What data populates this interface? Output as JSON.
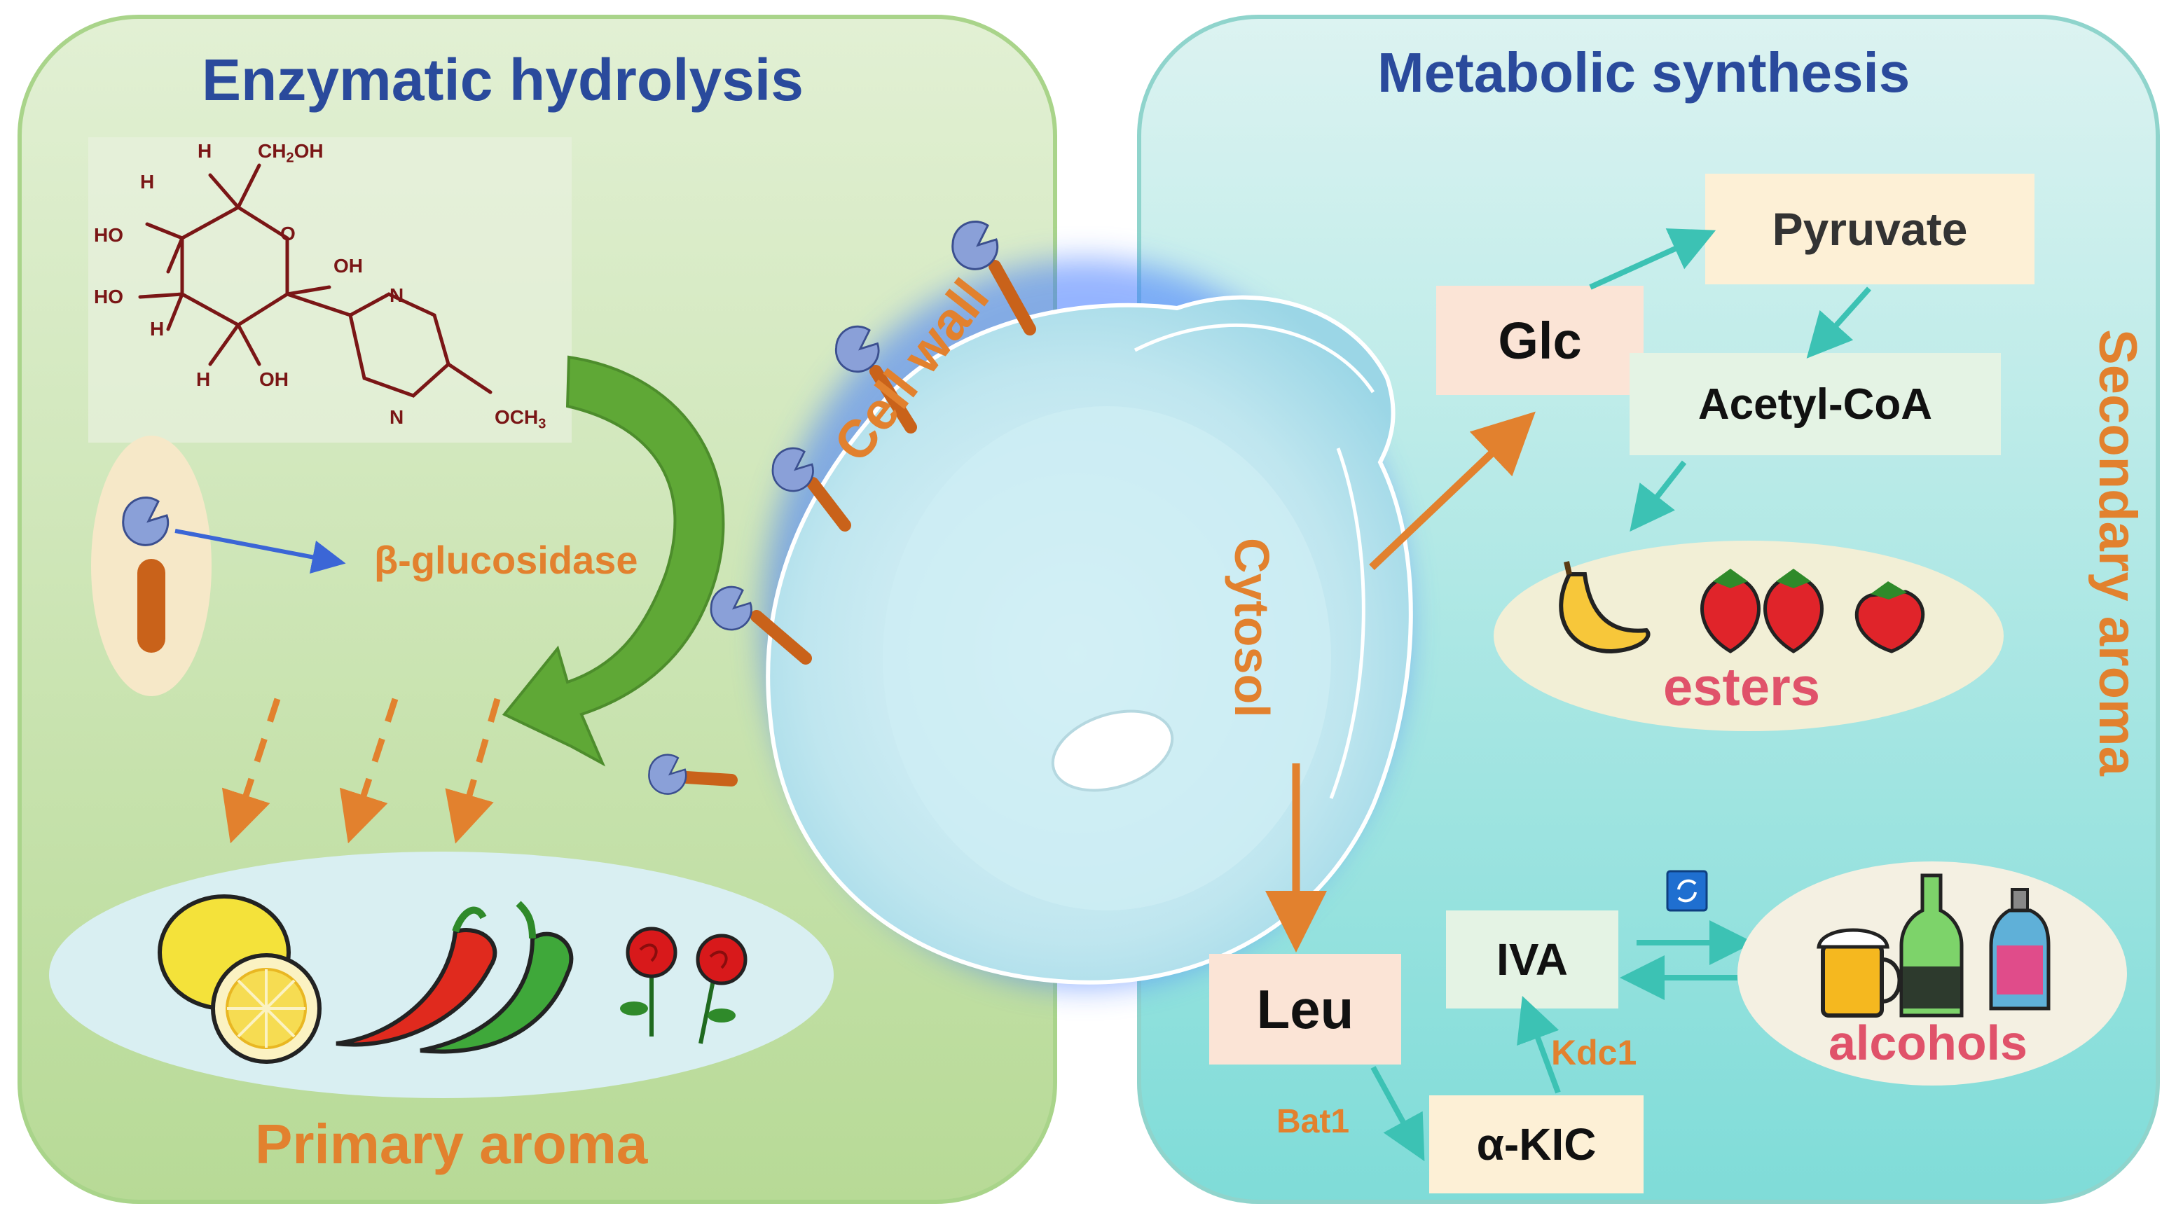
{
  "colors": {
    "left_panel": "#cfe6b8",
    "right_panel": "#c2ecec",
    "title_blue": "#2a4a9c",
    "orange": "#e2812e",
    "pink": "#e0526a",
    "teal_arrow": "#3cc2b4",
    "chem_red": "#7a1616",
    "enzyme_blue": "#8aa0d8"
  },
  "left": {
    "title": "Enzymatic hydrolysis",
    "enzyme_label": "β-glucosidase",
    "bottom_label": "Primary aroma",
    "fruit_icons": [
      "lemon-icon",
      "chili-pepper-icon",
      "rose-icon"
    ]
  },
  "molecule": {
    "h_top": "H",
    "ch2oh": "CH",
    "ch2oh_sub": "2",
    "ch2oh_tail": "OH",
    "h_left": "H",
    "ho_1": "HO",
    "ring_o": "O",
    "oh_1": "OH",
    "ho_2": "HO",
    "h_mid": "H",
    "h_bottom": "H",
    "oh_2": "OH",
    "n_top": "N",
    "n_bottom": "N",
    "och3": "OCH",
    "och3_sub": "3"
  },
  "cell": {
    "wall_label": "Cell wall",
    "cytosol_label": "Cytosol"
  },
  "right": {
    "title": "Metabolic synthesis",
    "side_label": "Secondary aroma",
    "nodes": {
      "glc": "Glc",
      "pyruvate": "Pyruvate",
      "acetyl_coa": "Acetyl-CoA",
      "leu": "Leu",
      "iva": "IVA",
      "akic": "α-KIC"
    },
    "enzymes": {
      "bat1": "Bat1",
      "kdc1": "Kdc1"
    },
    "esters_label": "esters",
    "alcohols_label": "alcohols",
    "ester_icons": [
      "banana-icon",
      "strawberry-icon",
      "strawberry-icon",
      "strawberry-icon"
    ],
    "alcohol_icons": [
      "beer-mug-icon",
      "green-bottle-icon",
      "pink-bottle-icon"
    ],
    "refresh_icon": "refresh-icon"
  }
}
